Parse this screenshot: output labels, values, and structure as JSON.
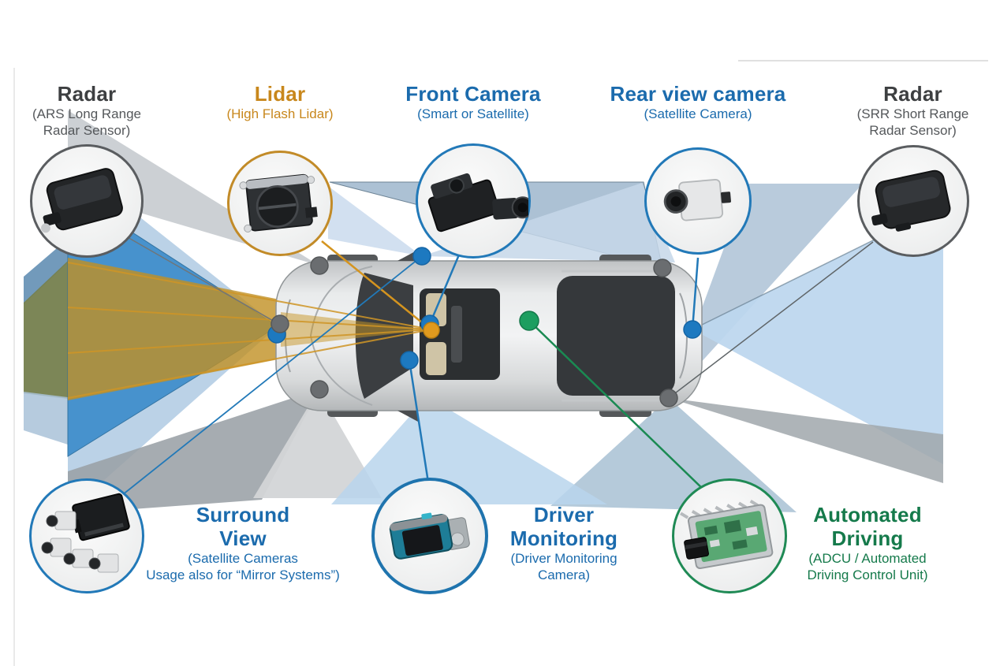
{
  "sensors": {
    "radar_long": {
      "title": "Radar",
      "sub1": "(ARS Long Range",
      "sub2": "Radar Sensor)",
      "icon": "radar-long-range-sensor-icon",
      "accent": "#3d3f41"
    },
    "lidar": {
      "title": "Lidar",
      "sub1": "(High Flash Lidar)",
      "icon": "lidar-sensor-icon",
      "accent": "#c8871c"
    },
    "front_camera": {
      "title": "Front Camera",
      "sub1": "(Smart or Satellite)",
      "icon": "front-camera-icon",
      "accent": "#1b6bad"
    },
    "rear_camera": {
      "title": "Rear view camera",
      "sub1": "(Satellite Camera)",
      "icon": "rear-view-camera-icon",
      "accent": "#1b6bad"
    },
    "radar_short": {
      "title": "Radar",
      "sub1": "(SRR Short Range",
      "sub2": "Radar Sensor)",
      "icon": "radar-short-range-sensor-icon",
      "accent": "#3d3f41"
    },
    "surround_view": {
      "title1": "Surround",
      "title2": "View",
      "sub1": "(Satellite Cameras",
      "sub2": "Usage also for “Mirror Systems”)",
      "icon": "surround-view-cameras-icon",
      "accent": "#1b6bad"
    },
    "driver_monitoring": {
      "title1": "Driver",
      "title2": "Monitoring",
      "sub1": "(Driver Monitoring",
      "sub2": "Camera)",
      "icon": "driver-monitoring-camera-icon",
      "accent": "#1b6bad"
    },
    "automated_driving": {
      "title1": "Automated",
      "title2": "Driving",
      "sub1": "(ADCU / Automated",
      "sub2": "Driving Control Unit)",
      "icon": "automated-driving-ecu-icon",
      "accent": "#157a4b"
    }
  },
  "colors": {
    "label_blue": "#1b6bad",
    "label_gold": "#c8871c",
    "label_green": "#157a4b",
    "label_gray": "#3d3f41",
    "cone_medium_blue": "#3e8dcb",
    "cone_pale_blue": "#b8d1e6",
    "cone_golden": "#c09023",
    "cone_steel": "#a5bcd1",
    "cone_gray": "#9aa1a6",
    "dot_blue": "#1d79c0",
    "dot_gray": "#6a6d70",
    "dot_orange": "#e09a1e",
    "dot_green": "#1d9e60"
  }
}
